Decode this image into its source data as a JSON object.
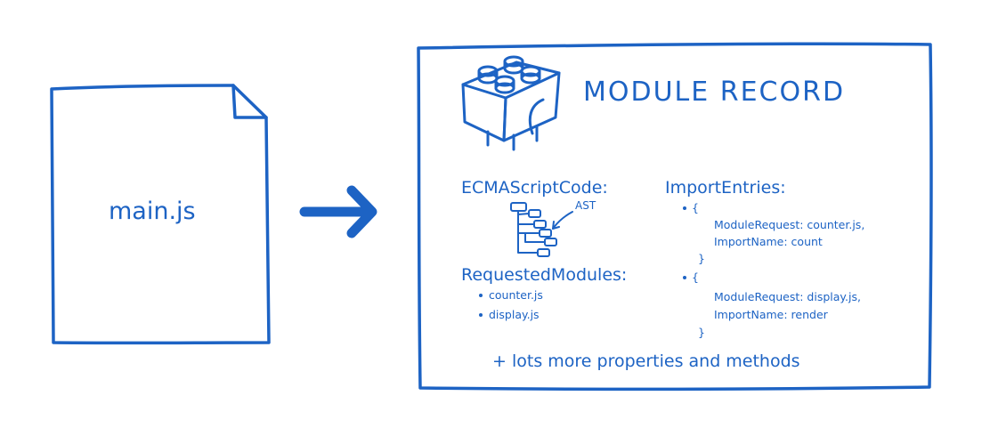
{
  "file": {
    "name": "main.js"
  },
  "module_record": {
    "title": "MODULE RECORD",
    "ecmascript_code": {
      "label": "ECMAScriptCode:",
      "ast_label": "AST"
    },
    "requested_modules": {
      "label": "RequestedModules:",
      "items": [
        "counter.js",
        "display.js"
      ]
    },
    "import_entries": {
      "label": "ImportEntries:",
      "entries": [
        {
          "open": "{",
          "lines": [
            "ModuleRequest: counter.js,",
            "ImportName: count"
          ],
          "close": "}"
        },
        {
          "open": "{",
          "lines": [
            "ModuleRequest: display.js,",
            "ImportName: render"
          ],
          "close": "}"
        }
      ]
    },
    "footer": "+ lots more properties and methods"
  },
  "colors": {
    "ink": "#1d63c4"
  },
  "icons": [
    "file-icon",
    "arrow-icon",
    "lego-brick-icon",
    "ast-tree-icon",
    "bullet-icon"
  ]
}
